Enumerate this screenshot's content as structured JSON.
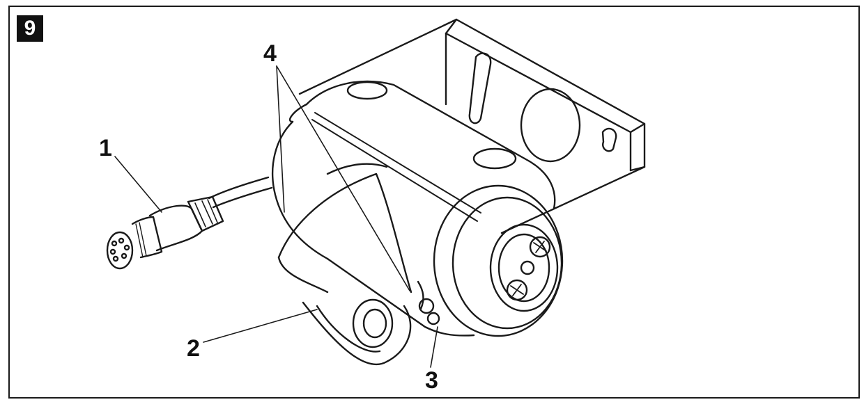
{
  "figure": {
    "number": "9"
  },
  "callouts": [
    {
      "id": "1",
      "label": "1"
    },
    {
      "id": "2",
      "label": "2"
    },
    {
      "id": "3",
      "label": "3"
    },
    {
      "id": "4",
      "label": "4"
    }
  ],
  "colors": {
    "line": "#1a1a1a",
    "background": "#ffffff",
    "badge": "#111111"
  }
}
